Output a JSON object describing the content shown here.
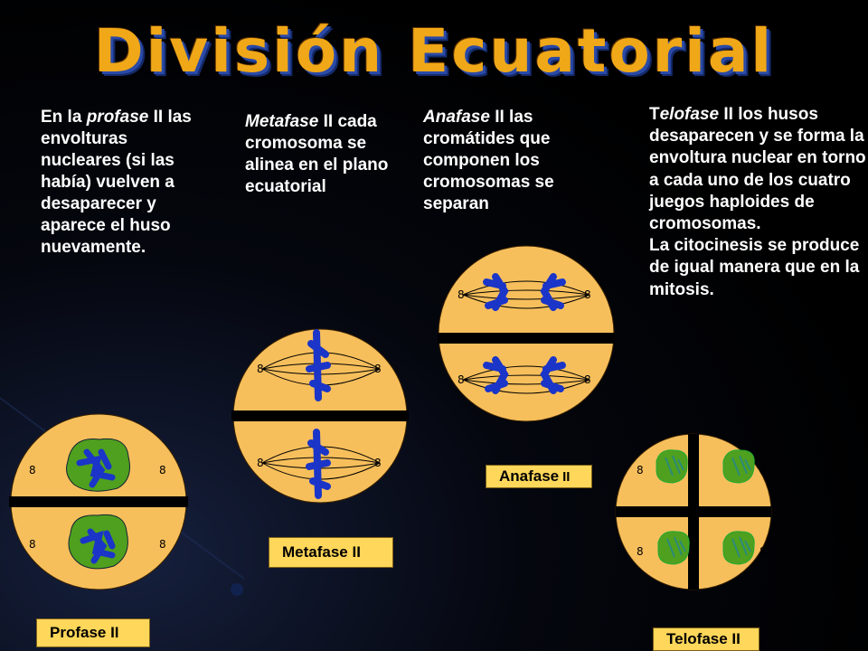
{
  "title": "División Ecuatorial",
  "stages": {
    "profase": {
      "pre": "En la ",
      "name": "profase",
      "rest": " II las envolturas nucleares (si las había) vuelven a desaparecer y aparece el huso nuevamente.",
      "label": "Profase II"
    },
    "metafase": {
      "name": "Metafase",
      "rest": " II cada cromosoma se alinea en el plano ecuatorial",
      "label": "Metafase II"
    },
    "anafase": {
      "name": "Anafase",
      "rest": " II las cromátides que componen los cromosomas se separan",
      "label_main": "Anafase",
      "label_suffix": "II"
    },
    "telofase": {
      "pre": "T",
      "name": "elofase",
      "rest": " II los husos desaparecen y se forma la envoltura nuclear en torno a cada uno de los cuatro juegos haploides de cromosomas.",
      "extra": "La citocinesis se produce de igual manera que en la mitosis.",
      "label": "Telofase II"
    }
  },
  "colors": {
    "cell": "#f7bf5c",
    "chromosome": "#1a35c8",
    "nucleus": "#4fa01e",
    "title": "#f0a818"
  }
}
